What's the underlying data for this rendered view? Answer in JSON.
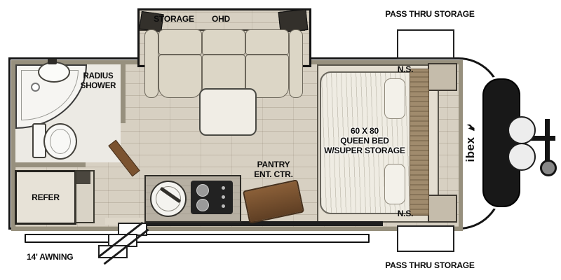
{
  "plan": {
    "type": "travel-trailer-floor-plan"
  },
  "colors": {
    "outline": "#141414",
    "floor_wood": "#d7d0c2",
    "wall": "#97907e",
    "cabinet_brown": "#7b5330",
    "front_panel_black": "#181818",
    "counter_gray": "#b7b0a3"
  },
  "labels": {
    "storage": "STORAGE",
    "ohd": "OHD",
    "pass_thru_top": "PASS THRU STORAGE",
    "pass_thru_bottom": "PASS THRU STORAGE",
    "radius_shower_line1": "RADIUS",
    "radius_shower_line2": "SHOWER",
    "ns_top": "N.S.",
    "ns_bottom": "N.S.",
    "bed_line1": "60 X 80",
    "bed_line2": "QUEEN BED",
    "bed_line3": "W/SUPER STORAGE",
    "pantry_line1": "PANTRY",
    "pantry_line2": "ENT. CTR.",
    "refer": "REFER",
    "awning": "14' AWNING",
    "brand": "ibex"
  }
}
